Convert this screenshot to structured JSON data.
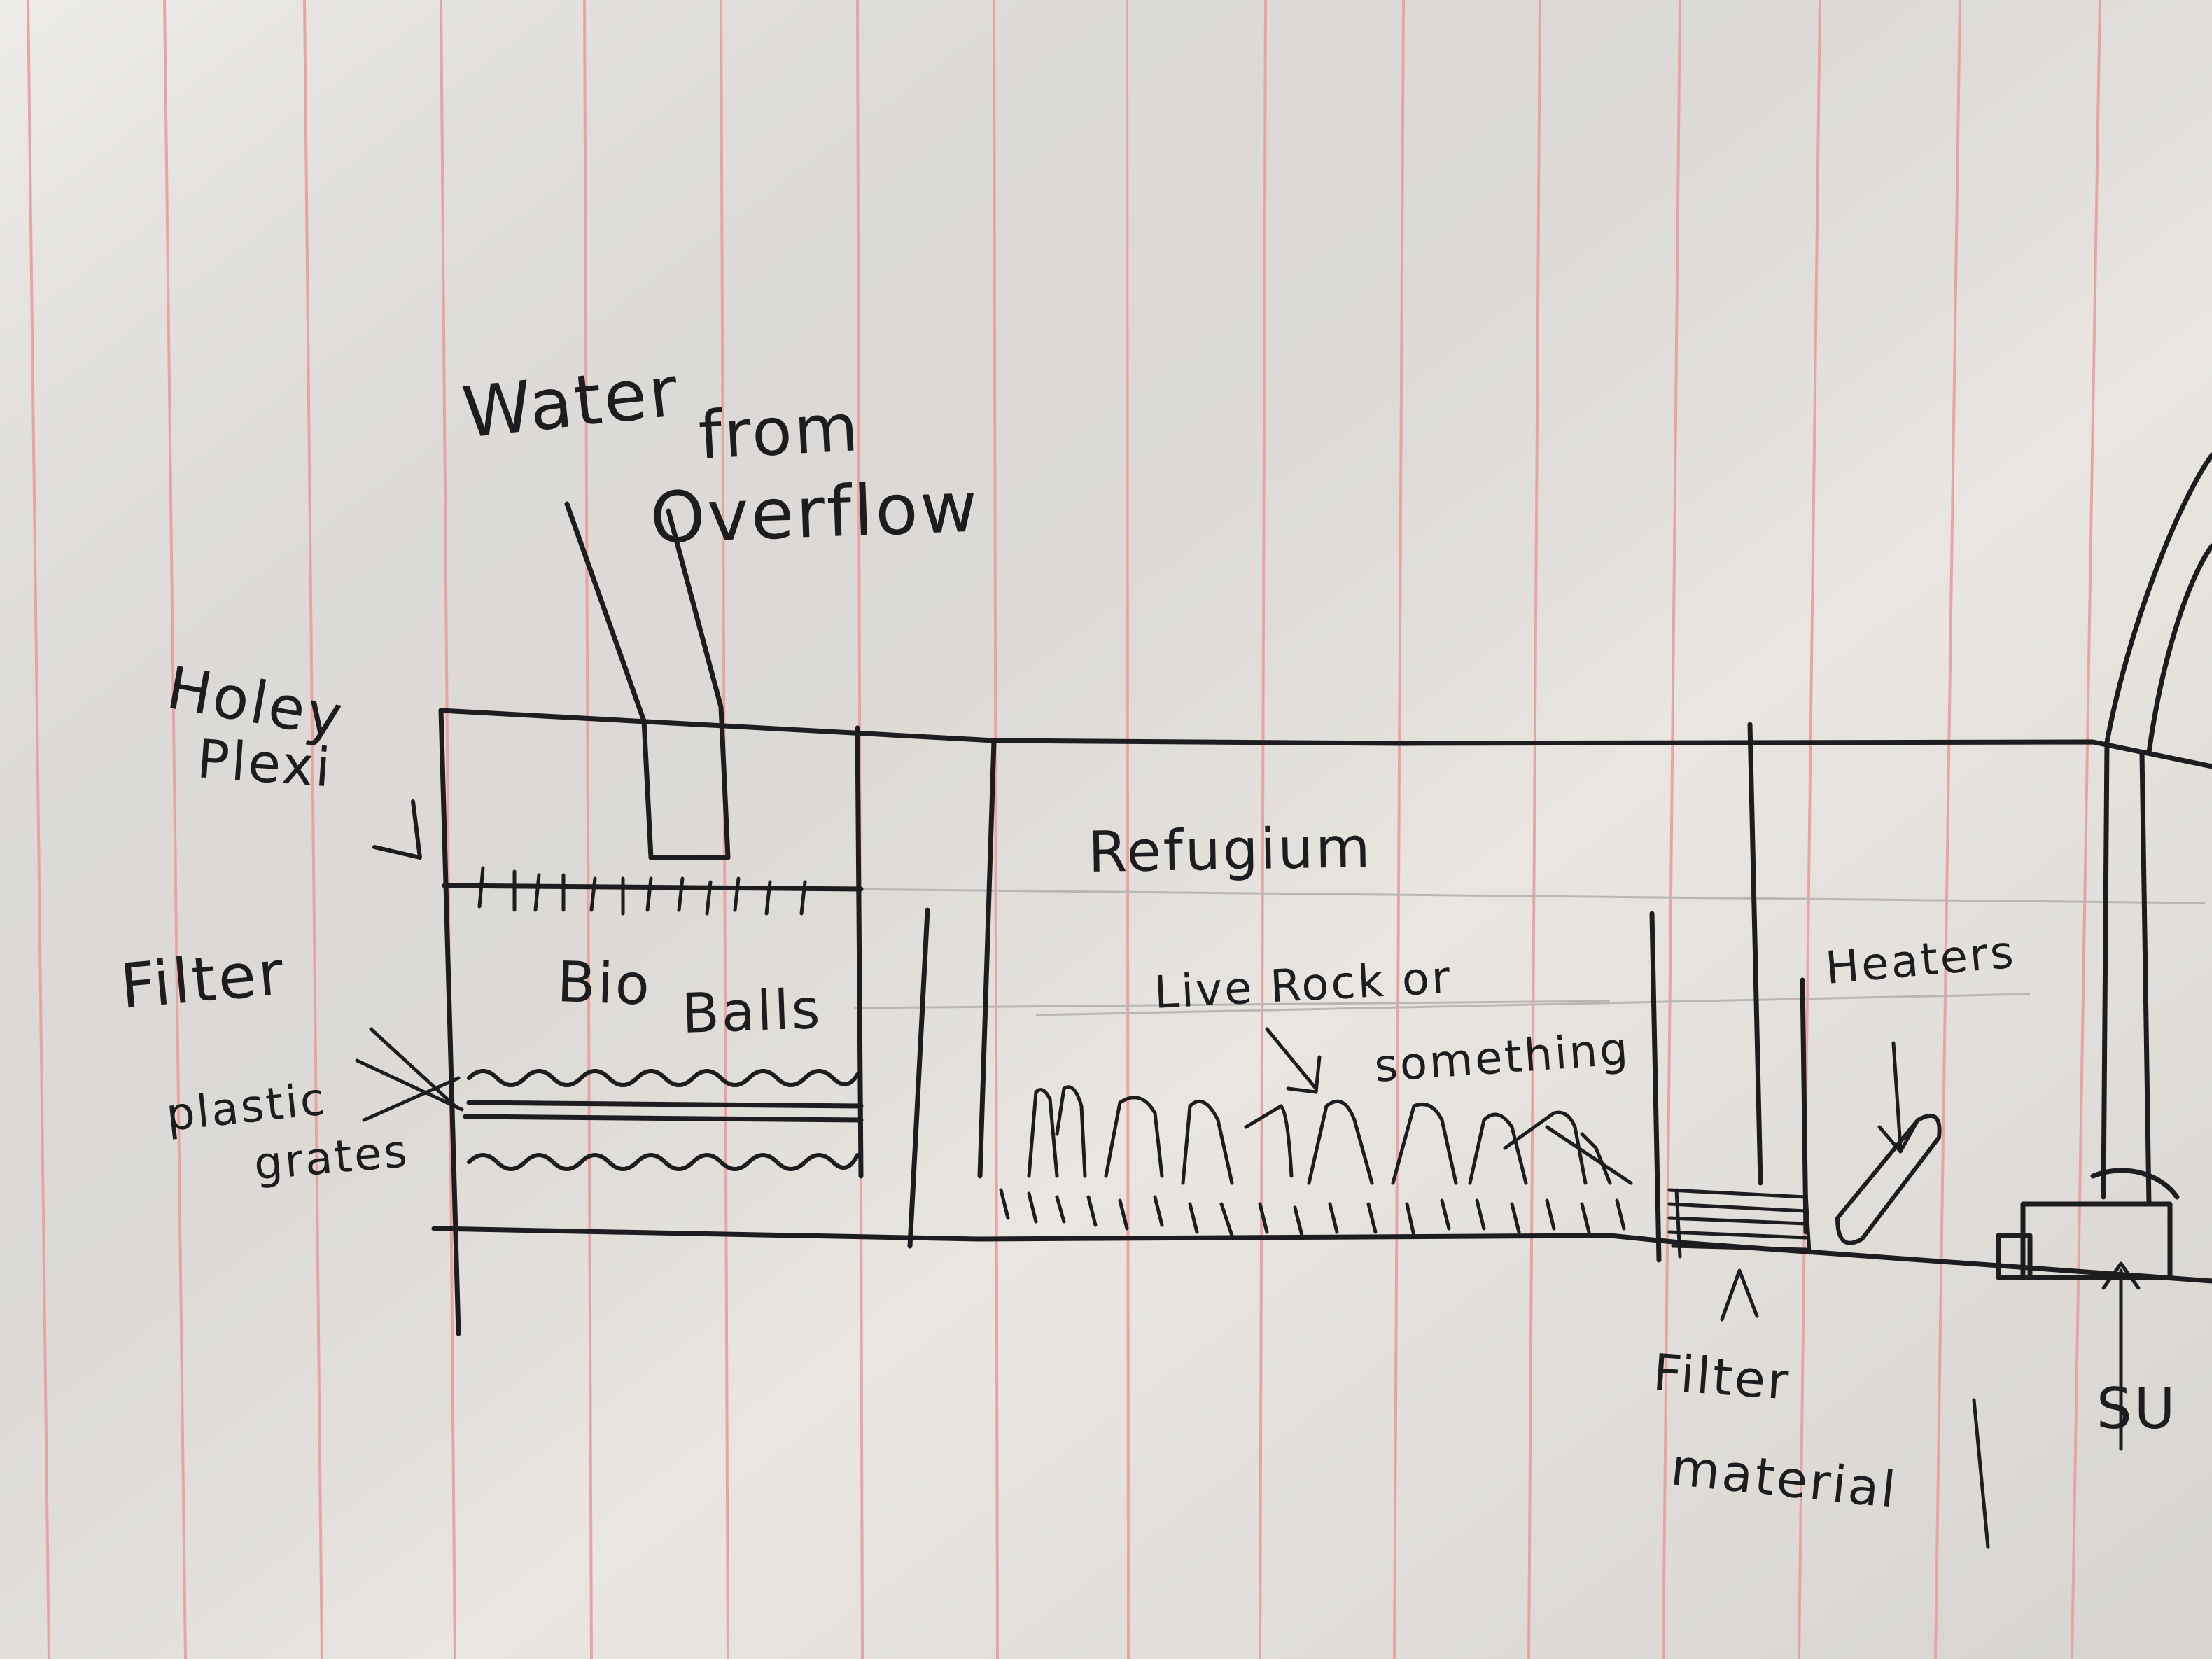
{
  "labels": {
    "water": "Water",
    "from": "from",
    "overflow": "Overflow",
    "holey": "Holey",
    "plexi": "Plexi",
    "filter": "Filter",
    "plastic": "plastic",
    "grates": "grates",
    "bio": "Bio",
    "balls": "Balls",
    "refugium": "Refugium",
    "live_rock_line1": "Live Rock or",
    "live_rock_line2": "something",
    "heaters": "Heaters",
    "filter_material_line1": "Filter",
    "filter_material_line2": "material",
    "sump_partial": "SU"
  },
  "colors": {
    "paper": "#e9e6e2",
    "ruled_line": "#e8a4a4",
    "ink": "#1d1c1f"
  }
}
